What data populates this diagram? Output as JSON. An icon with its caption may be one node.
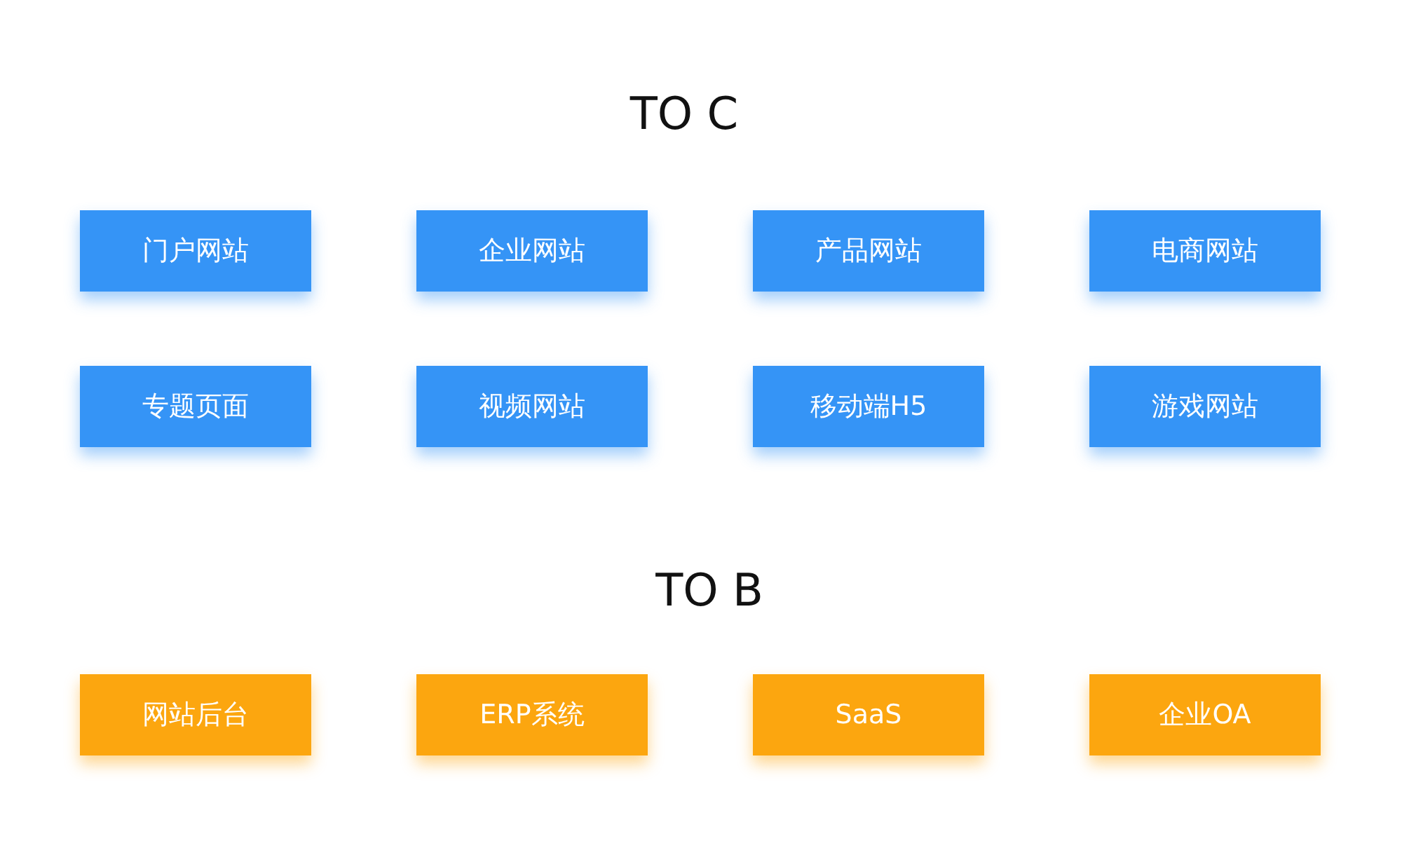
{
  "diagram": {
    "nodes": [
      {
        "text": [
          "门户网站"
        ]
      },
      {
        "text": [
          "企业网站"
        ]
      },
      {
        "text": [
          "产品网站"
        ]
      },
      {
        "text": [
          "电商网站"
        ]
      },
      {
        "text": [
          "专题页面"
        ]
      },
      {
        "text": [
          "视频网站"
        ]
      },
      {
        "text": [
          "移动端H5"
        ]
      },
      {
        "text": [
          "游戏网站"
        ]
      },
      {
        "text": [
          "网站后台"
        ]
      },
      {
        "text": [
          "ERP系统"
        ]
      },
      {
        "text": [
          "SaaS"
        ]
      },
      {
        "text": [
          "企业OA"
        ]
      }
    ],
    "edges": [],
    "labels": [
      "TO C",
      "TO B"
    ]
  }
}
